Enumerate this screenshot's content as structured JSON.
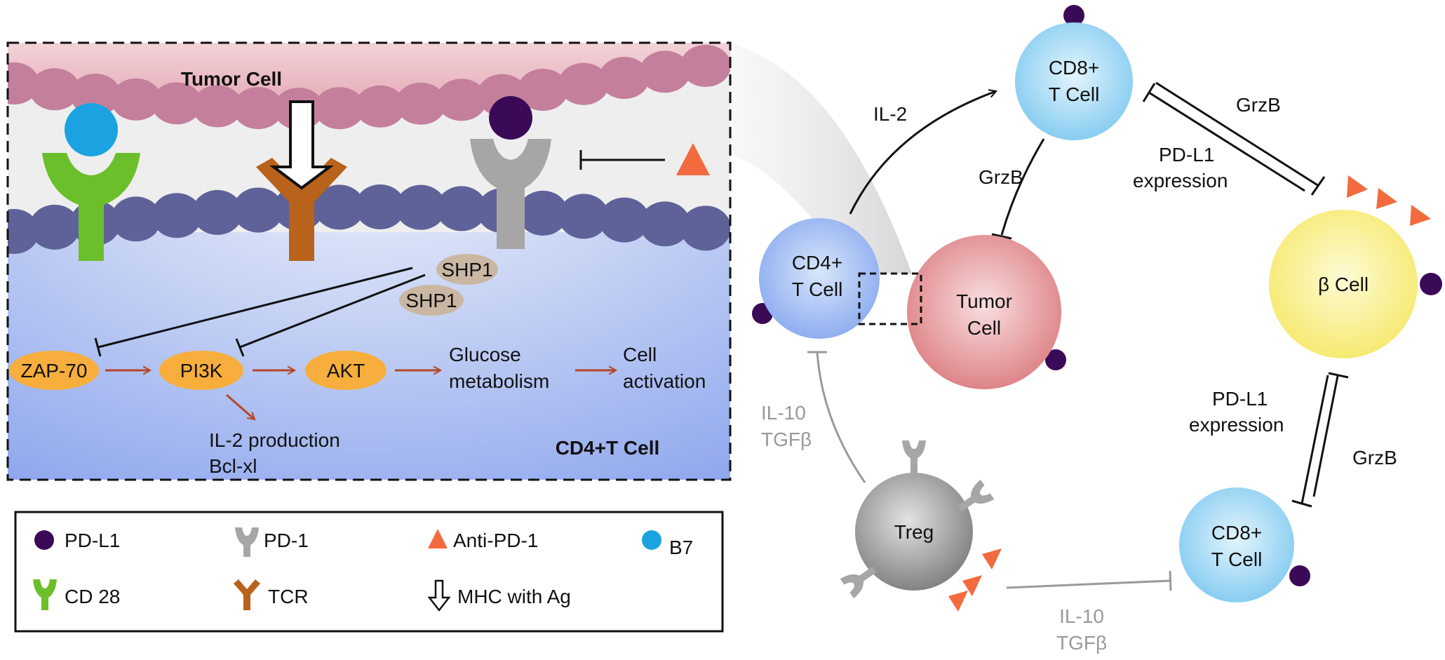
{
  "inset": {
    "tumor_cell_label": "Tumor Cell",
    "cd4_cell_label": "CD4+T Cell",
    "shp1_a": "SHP1",
    "shp1_b": "SHP1",
    "zap70": "ZAP-70",
    "pi3k": "PI3K",
    "akt": "AKT",
    "glucose_line1": "Glucose",
    "glucose_line2": "metabolism",
    "activation_line1": "Cell",
    "activation_line2": "activation",
    "il2_line1": "IL-2 production",
    "il2_line2": "Bcl-xl"
  },
  "legend": {
    "pdl1": "PD-L1",
    "pd1": "PD-1",
    "anti_pd1": "Anti-PD-1",
    "b7": "B7",
    "cd28": "CD 28",
    "tcr": "TCR",
    "mhc": "MHC with Ag"
  },
  "network": {
    "cd8_top_line1": "CD8+",
    "cd8_top_line2": "T Cell",
    "cd4_line1": "CD4+",
    "cd4_line2": "T Cell",
    "tumor_line1": "Tumor",
    "tumor_line2": "Cell",
    "beta_cell": "β Cell",
    "treg": "Treg",
    "cd8_bottom_line1": "CD8+",
    "cd8_bottom_line2": "T Cell",
    "il2": "IL-2",
    "grzb_center": "GrzB",
    "grzb_top_right": "GrzB",
    "pdl1_expr_top_line1": "PD-L1",
    "pdl1_expr_top_line2": "expression",
    "pdl1_expr_bottom_line1": "PD-L1",
    "pdl1_expr_bottom_line2": "expression",
    "grzb_bottom_right": "GrzB",
    "il10_left_line1": "IL-10",
    "il10_left_line2": "TGFβ",
    "il10_bottom_line1": "IL-10",
    "il10_bottom_line2": "TGFβ"
  },
  "colors": {
    "pdl1": "#3b0a57",
    "pd1": "#a6a6a6",
    "anti_pd1": "#f26a3d",
    "b7": "#1aa3e0",
    "cd28": "#6bbf2a",
    "tcr": "#b8621b",
    "enzyme": "#f7ae3c",
    "shp1": "#c9b7a3",
    "tumor_membrane": "#c67c99",
    "tcell_membrane": "#5e6298",
    "pathway_arrow": "#b5472a",
    "inhibit_gray": "#9a9a9a"
  }
}
